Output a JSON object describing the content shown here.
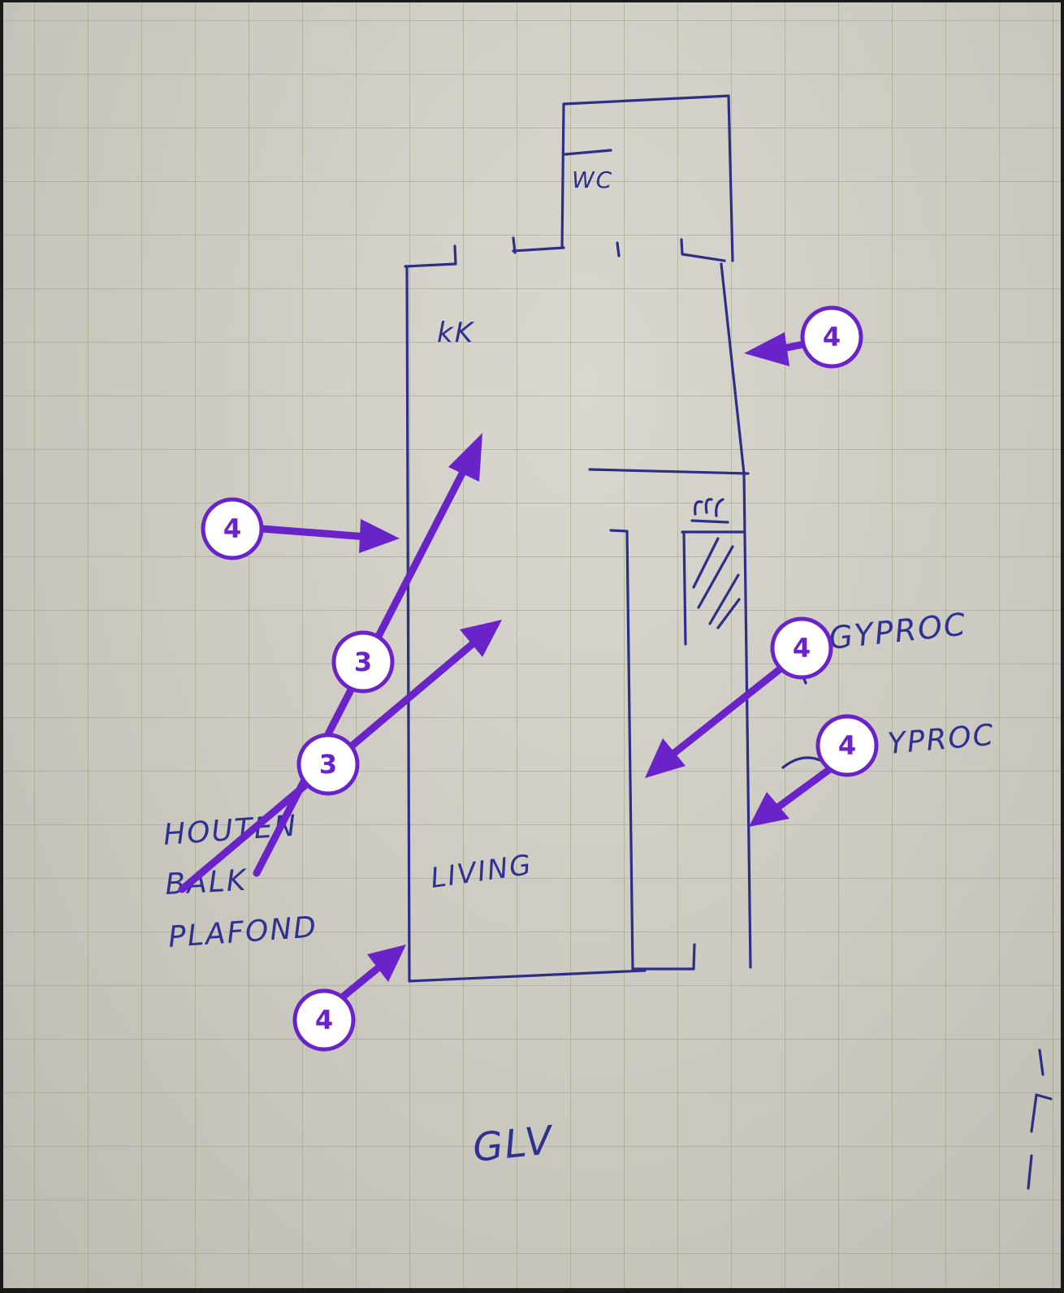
{
  "sketch": {
    "room_labels": {
      "wc": "WC",
      "kk": "kK",
      "living": "LIVING",
      "glv": "GLV"
    },
    "notes": {
      "gyproc_1": "GYPROC",
      "gyproc_2": "YPROC",
      "houten_line1": "HOUTEN",
      "houten_line2": "BALK",
      "houten_line3": "PLAFOND"
    }
  },
  "markers": [
    {
      "id": "m1",
      "label": "4"
    },
    {
      "id": "m2",
      "label": "4"
    },
    {
      "id": "m3",
      "label": "3"
    },
    {
      "id": "m4",
      "label": "3"
    },
    {
      "id": "m5",
      "label": "4"
    },
    {
      "id": "m6",
      "label": "4"
    },
    {
      "id": "m7",
      "label": "4"
    }
  ],
  "colors": {
    "ink": "#2d2f86",
    "marker": "#6a22c9",
    "paper": "#cfcdc4"
  }
}
